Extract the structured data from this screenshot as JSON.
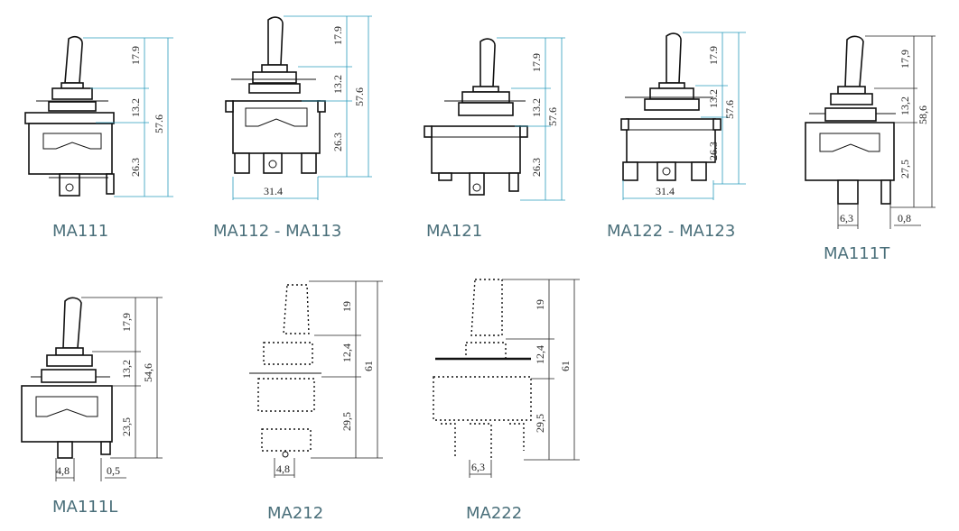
{
  "diagrams": [
    {
      "id": "ma111",
      "name": "MA111",
      "dims": {
        "lever": "17.9",
        "bushing": "13.2",
        "body": "26.3",
        "total": "57.6"
      }
    },
    {
      "id": "ma112",
      "name": "MA112 - MA113",
      "dims": {
        "lever": "17.9",
        "bushing": "13.2",
        "body": "26.3",
        "total": "57.6",
        "width": "31.4"
      }
    },
    {
      "id": "ma121",
      "name": "MA121",
      "dims": {
        "lever": "17.9",
        "bushing": "13.2",
        "body": "26.3",
        "total": "57.6"
      }
    },
    {
      "id": "ma122",
      "name": "MA122 - MA123",
      "dims": {
        "lever": "17.9",
        "bushing": "13.2",
        "body": "26.3",
        "total": "57.6",
        "width": "31.4"
      }
    },
    {
      "id": "ma111t",
      "name": "MA111T",
      "dims": {
        "lever": "17,9",
        "bushing": "13,2",
        "body": "27,5",
        "total": "58,6",
        "pin": "6,3",
        "gap": "0,8"
      }
    },
    {
      "id": "ma111l",
      "name": "MA111L",
      "dims": {
        "lever": "17,9",
        "bushing": "13,2",
        "body": "23,5",
        "total": "54,6",
        "pin": "4,8",
        "gap": "0,5"
      }
    },
    {
      "id": "ma212",
      "name": "MA212",
      "dims": {
        "lever": "19",
        "bushing": "12,4",
        "body": "29,5",
        "total": "61",
        "pin": "4,8"
      }
    },
    {
      "id": "ma222",
      "name": "MA222",
      "dims": {
        "lever": "19",
        "bushing": "12,4",
        "body": "29,5",
        "total": "61",
        "pin": "6,3"
      }
    }
  ]
}
